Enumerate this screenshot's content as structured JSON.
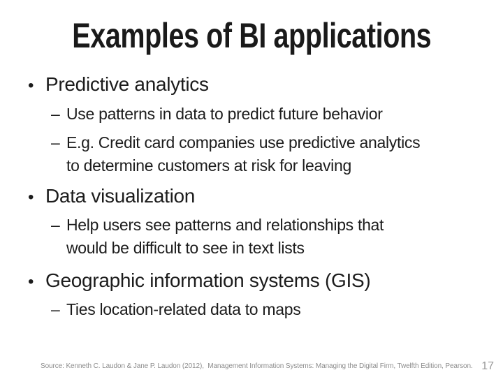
{
  "slide": {
    "title": "Examples of BI applications",
    "bullets": [
      {
        "marker": "•",
        "label": "Predictive analytics",
        "subs": [
          {
            "marker": "–",
            "lines": [
              "Use patterns in data to predict future behavior"
            ]
          },
          {
            "marker": "–",
            "lines": [
              "E.g. Credit card companies use predictive analytics",
              "to determine customers at risk for leaving"
            ]
          }
        ]
      },
      {
        "marker": "•",
        "label": "Data visualization",
        "subs": [
          {
            "marker": "–",
            "lines": [
              "Help users see patterns and relationships that",
              "would be difficult to see in text lists"
            ]
          }
        ]
      },
      {
        "marker": "•",
        "label": "Geographic information systems (GIS)",
        "subs": [
          {
            "marker": "–",
            "lines": [
              "Ties location-related data to maps"
            ]
          }
        ]
      }
    ],
    "footer": {
      "source": "Source: Kenneth C. Laudon & Jane P. Laudon (2012),  Management Information Systems: Managing the Digital Firm, Twelfth Edition, Pearson.",
      "page_number": "17"
    },
    "colors": {
      "background": "#ffffff",
      "title_text": "#1a1a1a",
      "body_text": "#1c1c1c",
      "footer_text": "#8c8c8c"
    }
  }
}
